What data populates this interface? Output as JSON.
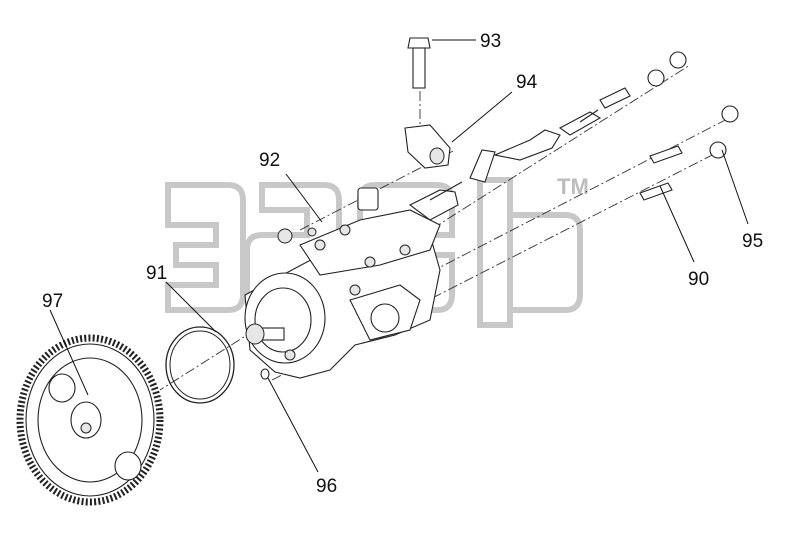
{
  "diagram": {
    "watermark_mark": "TM",
    "callouts": [
      {
        "id": "c90",
        "label": "90"
      },
      {
        "id": "c91",
        "label": "91"
      },
      {
        "id": "c92",
        "label": "92"
      },
      {
        "id": "c93",
        "label": "93"
      },
      {
        "id": "c94",
        "label": "94"
      },
      {
        "id": "c95",
        "label": "95"
      },
      {
        "id": "c96",
        "label": "96"
      },
      {
        "id": "c97",
        "label": "97"
      }
    ]
  }
}
